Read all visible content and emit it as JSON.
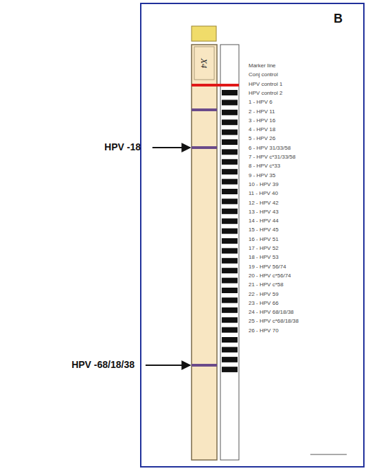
{
  "diagram": {
    "labels": [
      "B",
      "X4",
      "HPV -18",
      "HPV -68/18/38",
      "Marker line",
      "Conj control",
      "HPV control 1",
      "HPV control 2",
      "1 - HPV 6",
      "2 - HPV 11",
      "3 - HPV 16",
      "4 - HPV 18",
      "5 - HPV 26",
      "6 - HPV 31/33/58",
      "7 - HPV c*31/33/58",
      "8 - HPV c*33",
      "9 - HPV 35",
      "10 - HPV 39",
      "11 - HPV 40",
      "12 - HPV 42",
      "13 - HPV 43",
      "14 - HPV 44",
      "15 - HPV 45",
      "16 - HPV 51",
      "17 - HPV 52",
      "18 - HPV 53",
      "19 - HPV 56/74",
      "20 - HPV c*56/74",
      "21 - HPV c*58",
      "22 - HPV 59",
      "23 - HPV 66",
      "24 - HPV 68/18/38",
      "25 - HPV c*68/18/38",
      "26 - HPV 70"
    ]
  }
}
